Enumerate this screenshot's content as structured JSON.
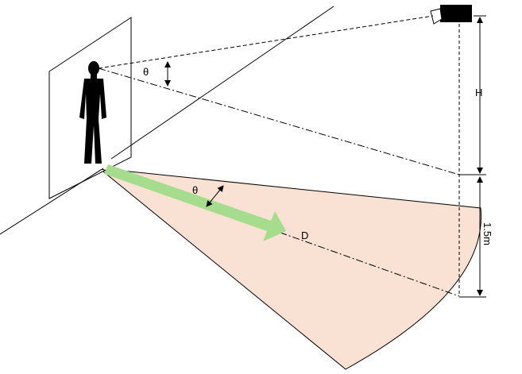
{
  "labels": {
    "theta_top": "θ",
    "theta_bottom": "θ",
    "height": "H",
    "distance": "D",
    "offset": "1.5m"
  },
  "colors": {
    "fan_fill": "#f9e2d4",
    "arrow_fill": "#a6dc8d",
    "line": "#000000",
    "camera": "#000000"
  }
}
